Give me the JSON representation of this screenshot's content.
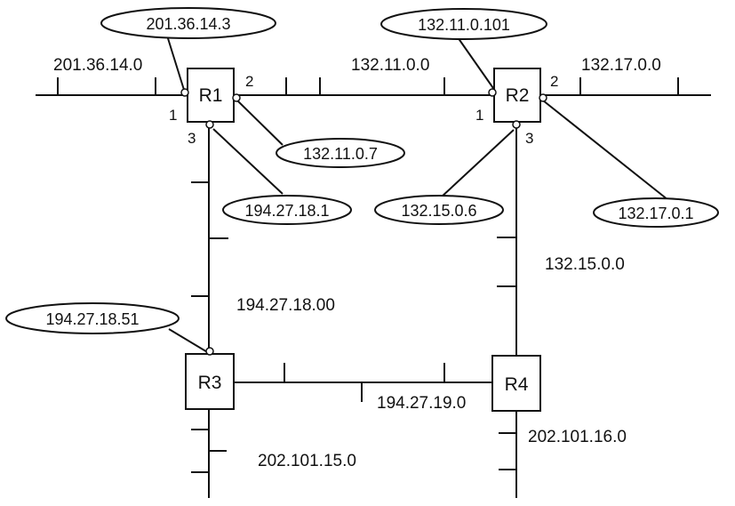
{
  "routers": {
    "r1": {
      "name": "R1"
    },
    "r2": {
      "name": "R2"
    },
    "r3": {
      "name": "R3"
    },
    "r4": {
      "name": "R4"
    }
  },
  "ports": {
    "r1_1": "1",
    "r1_2": "2",
    "r1_3": "3",
    "r2_1": "1",
    "r2_2": "2",
    "r2_3": "3"
  },
  "networks": {
    "n201": "201.36.14.0",
    "n132_11": "132.11.0.0",
    "n132_17": "132.17.0.0",
    "n132_15": "132.15.0.0",
    "n194_18": "194.27.18.00",
    "n194_19": "194.27.19.0",
    "n202_15": "202.101.15.0",
    "n202_16": "202.101.16.0"
  },
  "interfaces": {
    "r1_p1": "201.36.14.3",
    "r1_p2": "132.11.0.7",
    "r1_p3": "194.27.18.1",
    "r2_p1": "132.11.0.101",
    "r2_p3": "132.15.0.6",
    "r2_p2": "132.17.0.1",
    "r3": "194.27.18.51"
  }
}
